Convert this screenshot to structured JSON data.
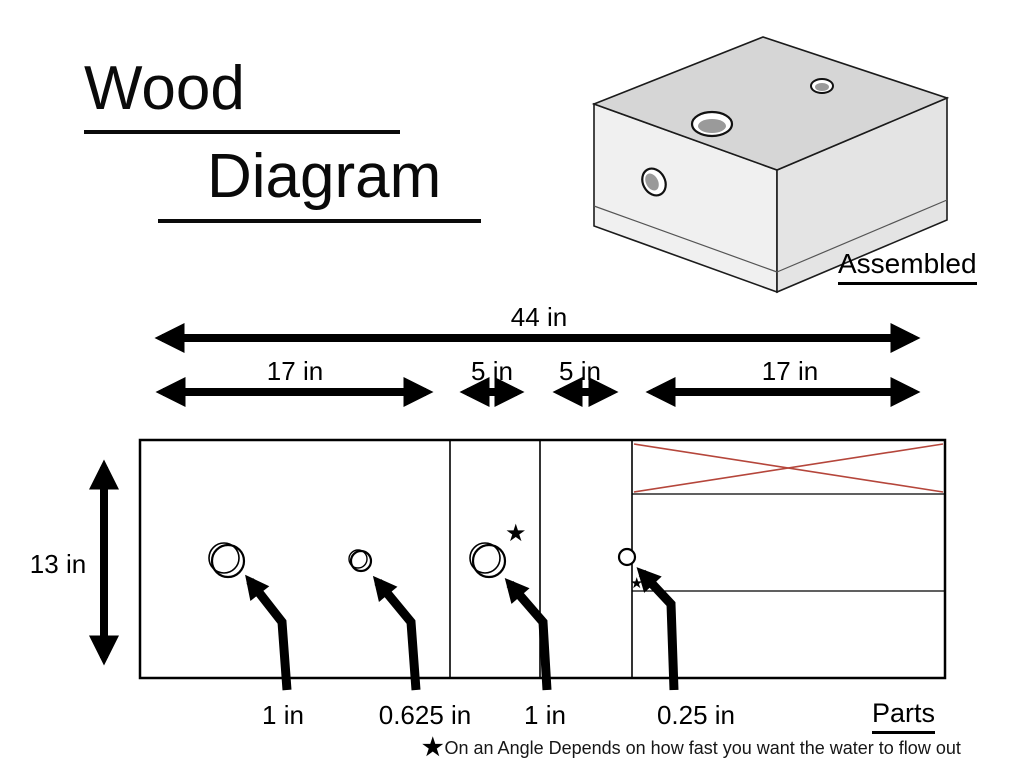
{
  "title": {
    "line1": "Wood",
    "line2": "Diagram"
  },
  "labels": {
    "assembled": "Assembled",
    "parts": "Parts"
  },
  "dimensions": {
    "total_width": "44 in",
    "segments": [
      "17 in",
      "5 in",
      "5 in",
      "17 in"
    ],
    "board_height": "13 in"
  },
  "holes": [
    {
      "label": "1 in"
    },
    {
      "label": "0.625 in"
    },
    {
      "label": "1 in",
      "note_marker": "★"
    },
    {
      "label": "0.25 in",
      "note_marker": "★"
    }
  ],
  "footnote": {
    "marker": "★",
    "text": "On an Angle Depends on how fast you want the water to flow out"
  },
  "colors": {
    "ink": "#000000",
    "cross_out": "#b5463b",
    "box_top": "#d6d6d6",
    "box_left": "#f0f0f0",
    "box_right": "#e4e4e4",
    "hole_shade": "#9a9a9a"
  }
}
